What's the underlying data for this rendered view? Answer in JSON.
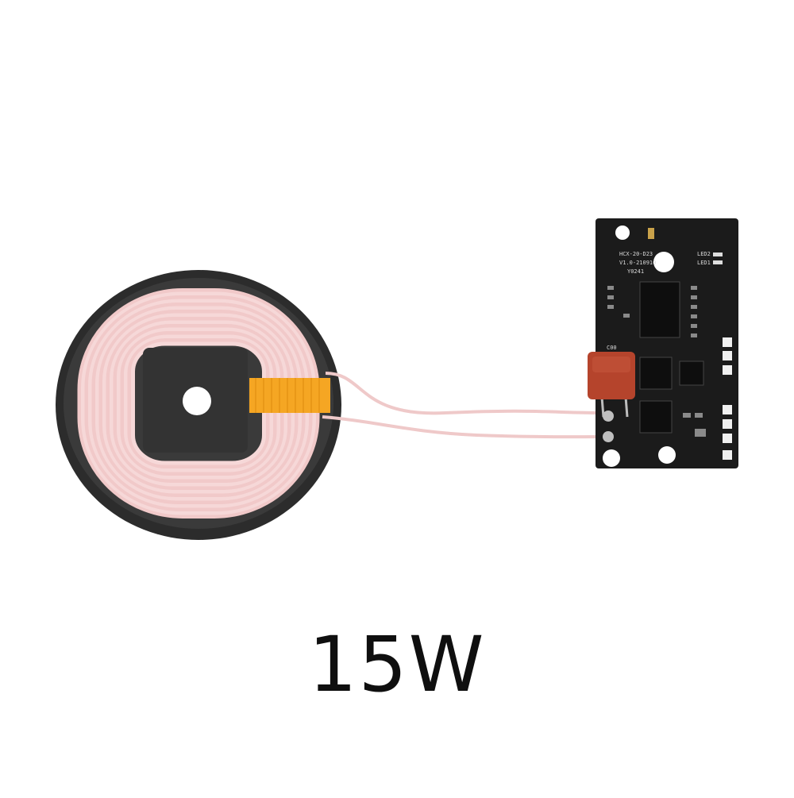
{
  "product": {
    "power_label": "15W",
    "pcb_silkscreen": {
      "model": "HCX-20-D23",
      "version": "V1.0-210910",
      "code": "Y0241",
      "led_labels": [
        "LED2",
        "LED1"
      ],
      "capacitor_label": "C00"
    }
  },
  "colors": {
    "background": "#ffffff",
    "coil_wire": "#f1c9c9",
    "coil_base": "#3a3a3a",
    "tape": "#f5a623",
    "pcb": "#1b1b1b",
    "capacitor": "#b5442c"
  },
  "icons": {
    "coil": "wireless-charging-coil-icon",
    "board": "circuit-board-icon"
  }
}
